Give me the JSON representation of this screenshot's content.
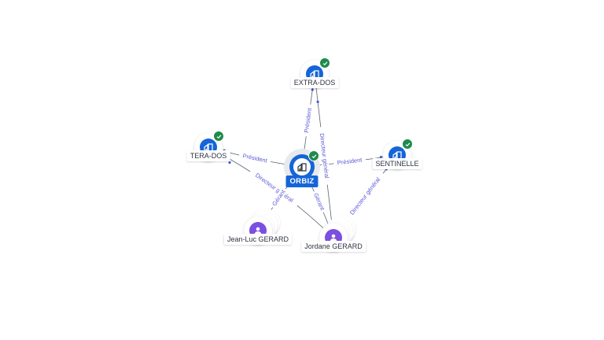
{
  "diagram": {
    "type": "corporate-relationship-graph",
    "colors": {
      "company": "#1565d8",
      "person": "#7b4fe0",
      "verified_badge": "#1f8a4c",
      "edge_label": "#5b5bd6",
      "edge_line": "#5a6172"
    },
    "main_node": {
      "id": "orbiz",
      "label": "ORBIZ",
      "type": "company",
      "verified": true,
      "icon": "building-icon"
    },
    "nodes": [
      {
        "id": "extra-dos",
        "label": "EXTRA-DOS",
        "type": "company",
        "verified": true,
        "icon": "building-icon"
      },
      {
        "id": "tera-dos",
        "label": "TERA-DOS",
        "type": "company",
        "verified": true,
        "icon": "building-icon"
      },
      {
        "id": "sentinelle",
        "label": "SENTINELLE",
        "type": "company",
        "verified": true,
        "icon": "building-icon"
      },
      {
        "id": "jean-luc",
        "label": "Jean-Luc GERARD",
        "type": "person",
        "icon": "person-icon",
        "stacked": true
      },
      {
        "id": "jordane",
        "label": "Jordane GERARD",
        "type": "person",
        "icon": "person-icon",
        "stacked": true
      }
    ],
    "edges": [
      {
        "from": "orbiz",
        "to": "extra-dos",
        "label": "Président"
      },
      {
        "from": "orbiz",
        "to": "tera-dos",
        "label": "Président"
      },
      {
        "from": "orbiz",
        "to": "sentinelle",
        "label": "Président"
      },
      {
        "from": "jordane",
        "to": "extra-dos",
        "label": "Directeur général"
      },
      {
        "from": "jordane",
        "to": "tera-dos",
        "label": "Directeur général"
      },
      {
        "from": "jordane",
        "to": "sentinelle",
        "label": "Directeur général"
      },
      {
        "from": "jean-luc",
        "to": "orbiz",
        "label": "Gérant"
      },
      {
        "from": "jordane",
        "to": "orbiz",
        "label": "Gérant"
      }
    ]
  }
}
